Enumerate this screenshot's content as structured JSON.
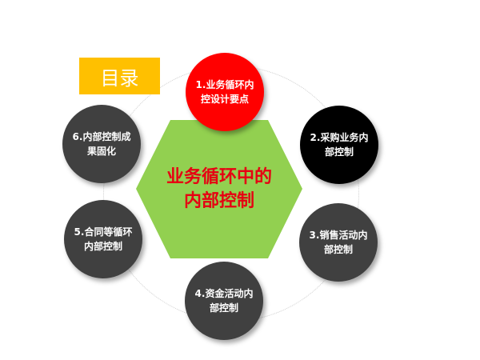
{
  "title_tag": {
    "label": "目录",
    "color": "#ffc000"
  },
  "center": {
    "label": "业务循环中的内部控制",
    "fill": "#92d050",
    "text_color": "#e60012"
  },
  "nodes": [
    {
      "label": "1.业务循环内控设计要点",
      "color": "#ff0000"
    },
    {
      "label": "2.采购业务内部控制",
      "color": "#000000"
    },
    {
      "label": "3.销售活动内部控制",
      "color": "#404040"
    },
    {
      "label": "4.资金活动内部控制",
      "color": "#404040"
    },
    {
      "label": "5.合同等循环内部控制",
      "color": "#404040"
    },
    {
      "label": "6.内部控制成果固化",
      "color": "#404040"
    }
  ]
}
